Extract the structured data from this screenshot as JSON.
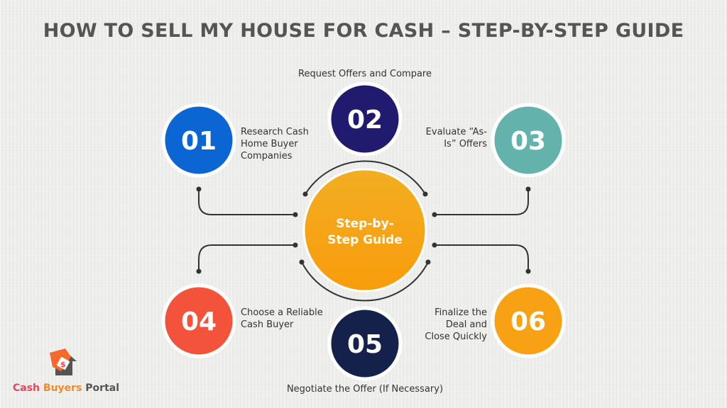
{
  "title": "HOW TO SELL MY HOUSE FOR CASH – STEP-BY-STEP GUIDE",
  "center": {
    "line1": "Step-by-",
    "line2": "Step Guide",
    "color": "#f5a41e"
  },
  "steps": [
    {
      "num": "01",
      "lines": [
        "Research Cash",
        "Home Buyer",
        "Companies"
      ],
      "color": "#0b66d4"
    },
    {
      "num": "02",
      "lines": [
        "Request Offers and Compare"
      ],
      "color": "#211b70"
    },
    {
      "num": "03",
      "lines": [
        "Evaluate “As-",
        "Is” Offers"
      ],
      "color": "#63b2ac"
    },
    {
      "num": "04",
      "lines": [
        "Choose a Reliable",
        "Cash Buyer"
      ],
      "color": "#f2533a"
    },
    {
      "num": "05",
      "lines": [
        "Negotiate the Offer (If Necessary)"
      ],
      "color": "#13214b"
    },
    {
      "num": "06",
      "lines": [
        "Finalize the",
        "Deal and",
        "Close Quickly"
      ],
      "color": "#f8a112"
    }
  ],
  "logo": {
    "part1": "Cash ",
    "part2": "Buyers ",
    "part3": "Portal"
  }
}
